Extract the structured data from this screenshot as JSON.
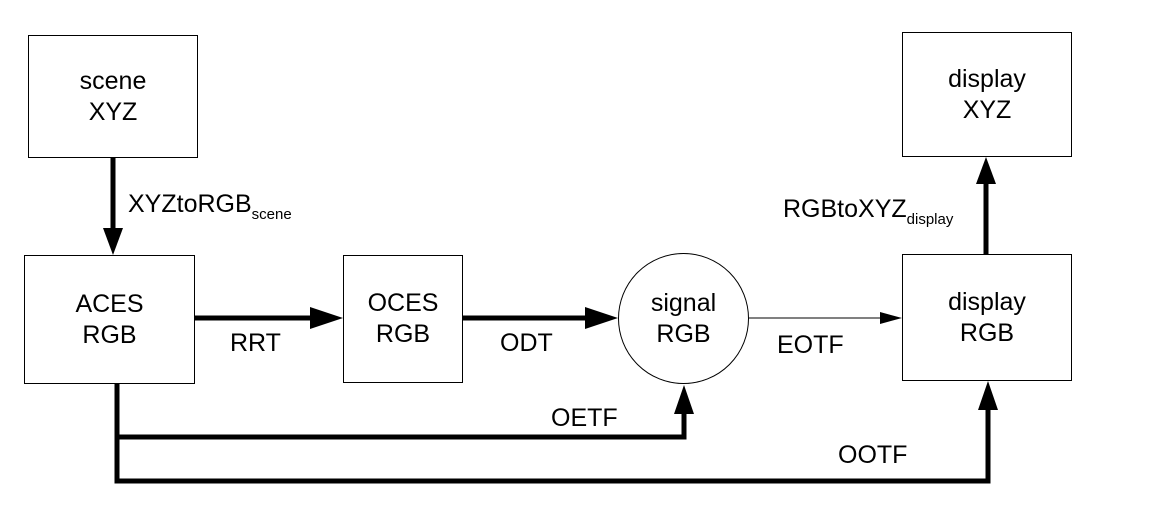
{
  "nodes": {
    "scene_xyz": {
      "line1": "scene",
      "line2": "XYZ"
    },
    "aces_rgb": {
      "line1": "ACES",
      "line2": "RGB"
    },
    "oces_rgb": {
      "line1": "OCES",
      "line2": "RGB"
    },
    "signal_rgb": {
      "line1": "signal",
      "line2": "RGB"
    },
    "display_rgb": {
      "line1": "display",
      "line2": "RGB"
    },
    "display_xyz": {
      "line1": "display",
      "line2": "XYZ"
    }
  },
  "edges": {
    "xyz_to_rgb": {
      "main": "XYZtoRGB",
      "sub": "scene"
    },
    "rgb_to_xyz": {
      "main": "RGBtoXYZ",
      "sub": "display"
    },
    "rrt": "RRT",
    "odt": "ODT",
    "eotf": "EOTF",
    "oetf": "OETF",
    "ootf": "OOTF"
  },
  "colors": {
    "stroke": "#000000",
    "background": "#ffffff"
  }
}
